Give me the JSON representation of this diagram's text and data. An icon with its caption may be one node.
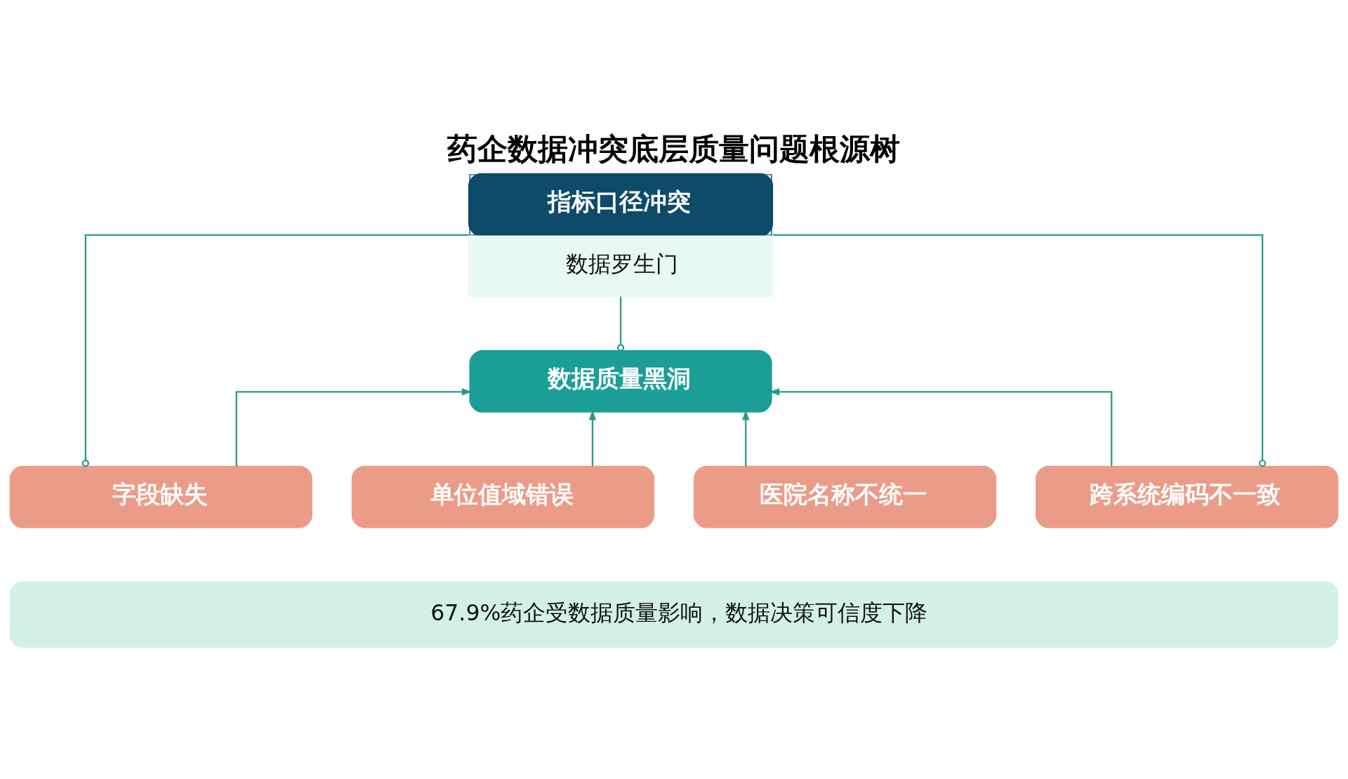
{
  "diagram": {
    "title": "药企数据冲突底层质量问题根源树",
    "nodes": [
      {
        "text": [
          "指标口径冲突",
          "数据罗生门"
        ]
      },
      {
        "text": [
          "数据质量黑洞"
        ]
      },
      {
        "text": [
          "字段缺失"
        ]
      },
      {
        "text": [
          "单位值域错误"
        ]
      },
      {
        "text": [
          "医院名称不统一"
        ]
      },
      {
        "text": [
          "跨系统编码不一致"
        ]
      },
      {
        "text": [
          "67.9%药企受数据质量影响，数据决策可信度下降"
        ]
      }
    ],
    "edges": [
      {
        "from": 0,
        "to": 1,
        "arrow": "other"
      },
      {
        "from": 0,
        "to": 2,
        "arrow": "other"
      },
      {
        "from": 0,
        "to": 5,
        "arrow": "other"
      },
      {
        "from": 2,
        "to": 1,
        "arrow": "to"
      },
      {
        "from": 3,
        "to": 1,
        "arrow": "to"
      },
      {
        "from": 4,
        "to": 1,
        "arrow": "to"
      },
      {
        "from": 5,
        "to": 1,
        "arrow": "to"
      }
    ]
  }
}
